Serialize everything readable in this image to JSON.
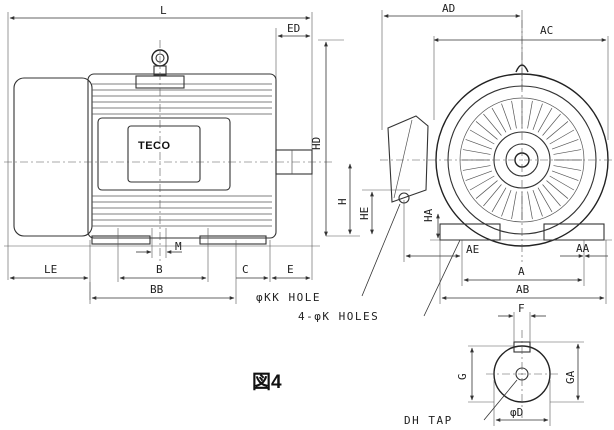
{
  "figure_label": "図4",
  "brand": "TECO",
  "side_view": {
    "L": "L",
    "ED": "ED",
    "HD": "HD",
    "H": "H",
    "HE": "HE",
    "LE": "LE",
    "B": "B",
    "M": "M",
    "C": "C",
    "E": "E",
    "BB": "BB"
  },
  "front_view": {
    "AD": "AD",
    "AC": "AC",
    "HA": "HA",
    "AE": "AE",
    "AA": "AA",
    "A": "A",
    "AB": "AB"
  },
  "notes": {
    "kk_hole": "φKK HOLE",
    "k_holes": "4-φK HOLES",
    "dh_tap": "DH TAP"
  },
  "shaft_view": {
    "F": "F",
    "G": "G",
    "GA": "GA",
    "D": "φD"
  }
}
